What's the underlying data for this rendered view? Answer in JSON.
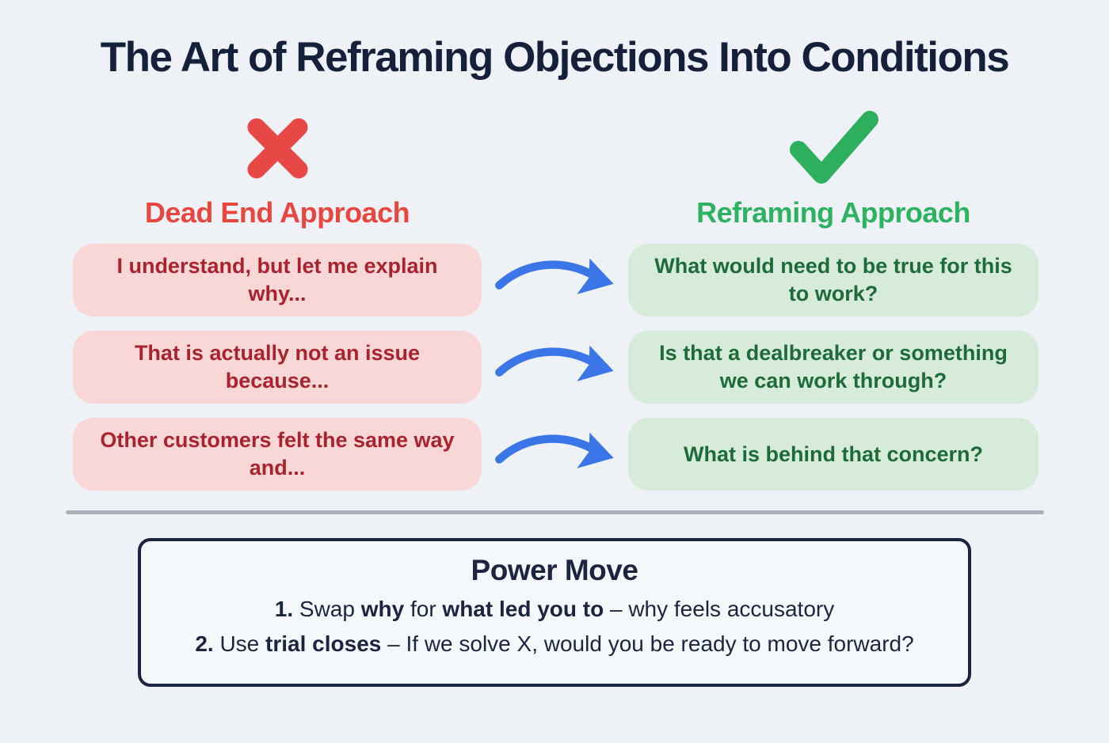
{
  "title": "The Art of Reframing Objections Into Conditions",
  "columns": {
    "dead_end": {
      "heading": "Dead End Approach",
      "icon": "x-mark-icon",
      "accent_color": "#e8463f",
      "box_bg": "#f8d7d6",
      "box_text_color": "#a8232e"
    },
    "reframing": {
      "heading": "Reframing Approach",
      "icon": "checkmark-icon",
      "accent_color": "#2db261",
      "box_bg": "#d7ebda",
      "box_text_color": "#1e6b3a"
    }
  },
  "rows": [
    {
      "objection": "I understand, but let me explain why...",
      "reframe": "What would need to be true for this to work?"
    },
    {
      "objection": "That is actually not an issue because...",
      "reframe": "Is that a dealbreaker or something we can work through?"
    },
    {
      "objection": "Other customers felt the same way and...",
      "reframe": "What is behind that concern?"
    }
  ],
  "arrow_color": "#3a76e8",
  "divider_color": "#a9b2bc",
  "power_move": {
    "title": "Power Move",
    "lines": [
      {
        "segments": [
          {
            "bold": true,
            "text": "1."
          },
          {
            "bold": false,
            "text": " Swap "
          },
          {
            "bold": true,
            "text": "why"
          },
          {
            "bold": false,
            "text": " for "
          },
          {
            "bold": true,
            "text": "what led you to"
          },
          {
            "bold": false,
            "text": " – why feels accusatory"
          }
        ]
      },
      {
        "segments": [
          {
            "bold": true,
            "text": "2."
          },
          {
            "bold": false,
            "text": " Use "
          },
          {
            "bold": true,
            "text": "trial closes"
          },
          {
            "bold": false,
            "text": " – If we solve X, would you be ready to move forward?"
          }
        ]
      }
    ]
  },
  "colors": {
    "background": "#eef1f6",
    "title_navy": "#15203a",
    "power_border_navy": "#1b2440"
  }
}
